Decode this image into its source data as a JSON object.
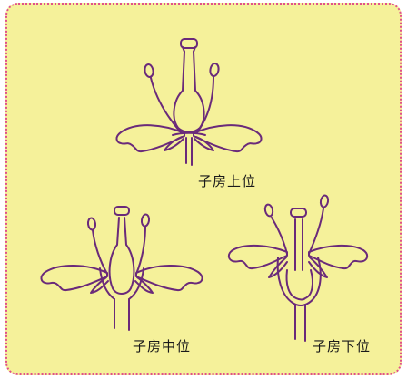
{
  "colors": {
    "panel": "#f5f19a",
    "border": "#e0508a",
    "ink": "#6a2a7a"
  },
  "figure": {
    "labels": {
      "superior": "子房上位",
      "half_inferior": "子房中位",
      "inferior": "子房下位"
    }
  }
}
